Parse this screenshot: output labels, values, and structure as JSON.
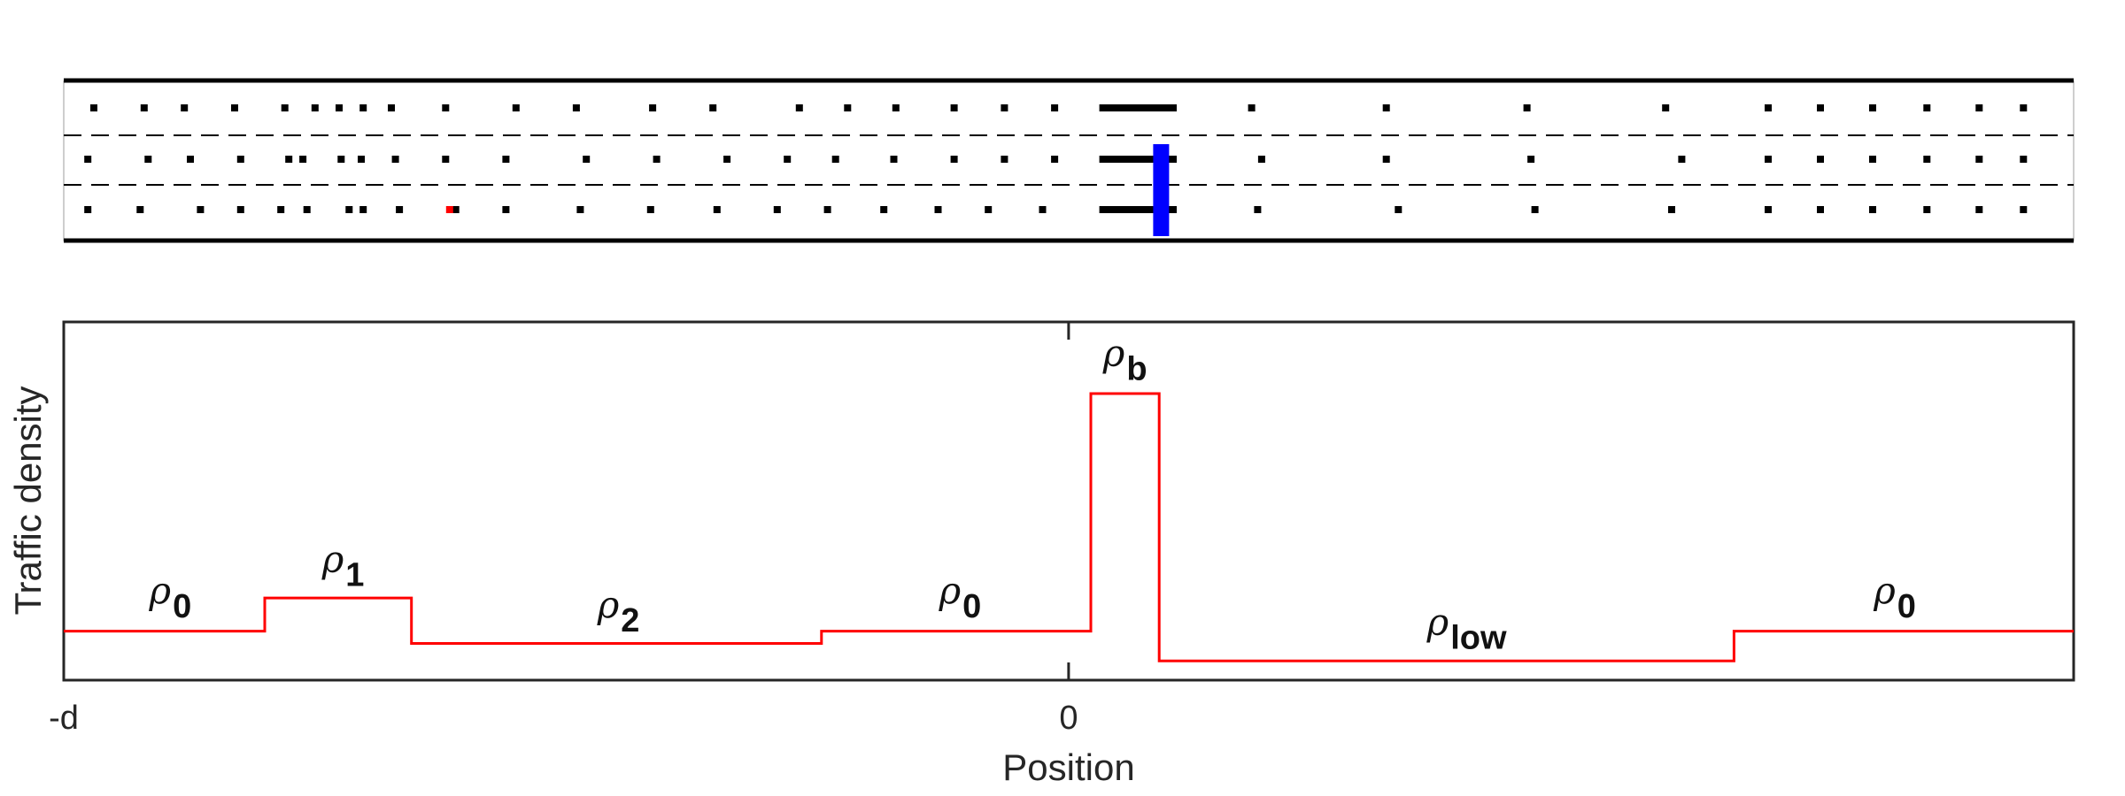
{
  "colors": {
    "car": "#000000",
    "highlight_car": "#ff0000",
    "obstacle": "#0000ff",
    "density_line": "#e41a1c",
    "frame": "#262626"
  },
  "chart_data": [
    {
      "type": "scatter",
      "description_key": "road",
      "lanes": 3,
      "x_range": [
        0,
        100
      ],
      "cars": {
        "lane1": [
          1.5,
          4.0,
          6.0,
          8.5,
          11.0,
          12.5,
          13.7,
          14.9,
          16.3,
          19.0,
          22.5,
          25.5,
          29.3,
          32.3,
          36.6,
          39.0,
          41.4,
          44.3,
          46.8,
          49.3,
          51.7,
          51.95,
          52.2,
          52.45,
          52.7,
          52.95,
          53.2,
          53.45,
          53.7,
          54.0,
          54.3,
          54.6,
          54.9,
          55.2,
          59.1,
          65.8,
          72.8,
          79.7,
          84.8,
          87.4,
          90.0,
          92.7,
          95.3,
          97.5
        ],
        "lane2": [
          1.2,
          4.2,
          6.3,
          8.8,
          11.2,
          11.9,
          13.8,
          14.8,
          16.5,
          19.0,
          22.0,
          26.0,
          29.5,
          33.0,
          36.0,
          38.4,
          41.3,
          44.3,
          46.8,
          49.3,
          51.7,
          51.95,
          52.2,
          52.45,
          52.7,
          52.95,
          53.2,
          53.45,
          53.7,
          54.0,
          54.3,
          54.6,
          54.9,
          55.2,
          59.6,
          65.8,
          73.0,
          80.5,
          84.8,
          87.4,
          90.0,
          92.7,
          95.3,
          97.5
        ],
        "lane3": [
          1.2,
          3.8,
          6.8,
          8.8,
          10.8,
          12.1,
          14.2,
          14.9,
          16.7,
          19.5,
          22.0,
          25.7,
          29.2,
          32.5,
          35.5,
          38.0,
          40.8,
          43.5,
          46.0,
          48.7,
          51.7,
          51.95,
          52.2,
          52.45,
          52.7,
          52.95,
          53.2,
          53.45,
          53.7,
          54.0,
          54.3,
          54.6,
          54.9,
          55.2,
          59.4,
          66.4,
          73.2,
          80.0,
          84.8,
          87.4,
          90.0,
          92.7,
          95.3,
          97.5
        ]
      },
      "highlighted_car": {
        "lane": 3,
        "x": 19.2
      },
      "obstacle": {
        "x": 54.6,
        "lanes": [
          2,
          3
        ]
      }
    },
    {
      "type": "line",
      "ylabel": "Traffic density",
      "xlabel": "Position",
      "xlim": [
        -9.09,
        100
      ],
      "ylim": [
        0,
        1
      ],
      "xticks": [
        {
          "value": -9.09,
          "label": "-d"
        },
        {
          "value": 45.45,
          "label": "0"
        }
      ],
      "series": [
        {
          "steps": [
            {
              "x0": 0,
              "x1": 10.0,
              "y": 0.13
            },
            {
              "x0": 10.0,
              "x1": 17.3,
              "y": 0.225
            },
            {
              "x0": 17.3,
              "x1": 37.7,
              "y": 0.095
            },
            {
              "x0": 37.7,
              "x1": 51.1,
              "y": 0.13
            },
            {
              "x0": 51.1,
              "x1": 54.5,
              "y": 0.81
            },
            {
              "x0": 54.5,
              "x1": 83.1,
              "y": 0.045
            },
            {
              "x0": 83.1,
              "x1": 100,
              "y": 0.13
            }
          ]
        }
      ],
      "annotations": [
        {
          "symbol": "ρ",
          "sub": "0",
          "x": 5.3,
          "y": 0.21
        },
        {
          "symbol": "ρ",
          "sub": "1",
          "x": 13.9,
          "y": 0.3
        },
        {
          "symbol": "ρ",
          "sub": "2",
          "x": 27.6,
          "y": 0.17
        },
        {
          "symbol": "ρ",
          "sub": "0",
          "x": 44.6,
          "y": 0.21
        },
        {
          "symbol": "ρ",
          "sub": "b",
          "x": 52.8,
          "y": 0.89
        },
        {
          "symbol": "ρ",
          "sub": "low",
          "x": 69.8,
          "y": 0.12
        },
        {
          "symbol": "ρ",
          "sub": "0",
          "x": 91.1,
          "y": 0.21
        }
      ]
    }
  ]
}
